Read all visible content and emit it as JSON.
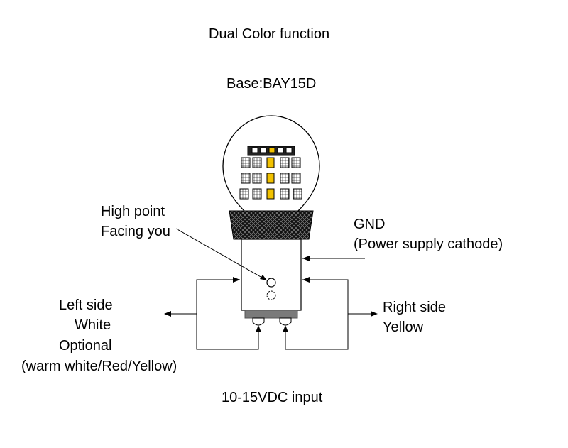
{
  "title": "Dual Color function",
  "base": "Base:BAY15D",
  "high_point": {
    "line1": "High point",
    "line2": "Facing you"
  },
  "gnd": {
    "line1": "GND",
    "line2": "(Power supply cathode)"
  },
  "left_side": {
    "line1": "Left side",
    "line2": "White",
    "line3": "Optional",
    "line4": "(warm white/Red/Yellow)"
  },
  "right_side": {
    "line1": "Right side",
    "line2": "Yellow"
  },
  "input": "10-15VDC input",
  "colors": {
    "line": "#000000",
    "led_white": "#ffffff",
    "led_yellow": "#f2c200",
    "contact_base": "#7a7a7a"
  }
}
